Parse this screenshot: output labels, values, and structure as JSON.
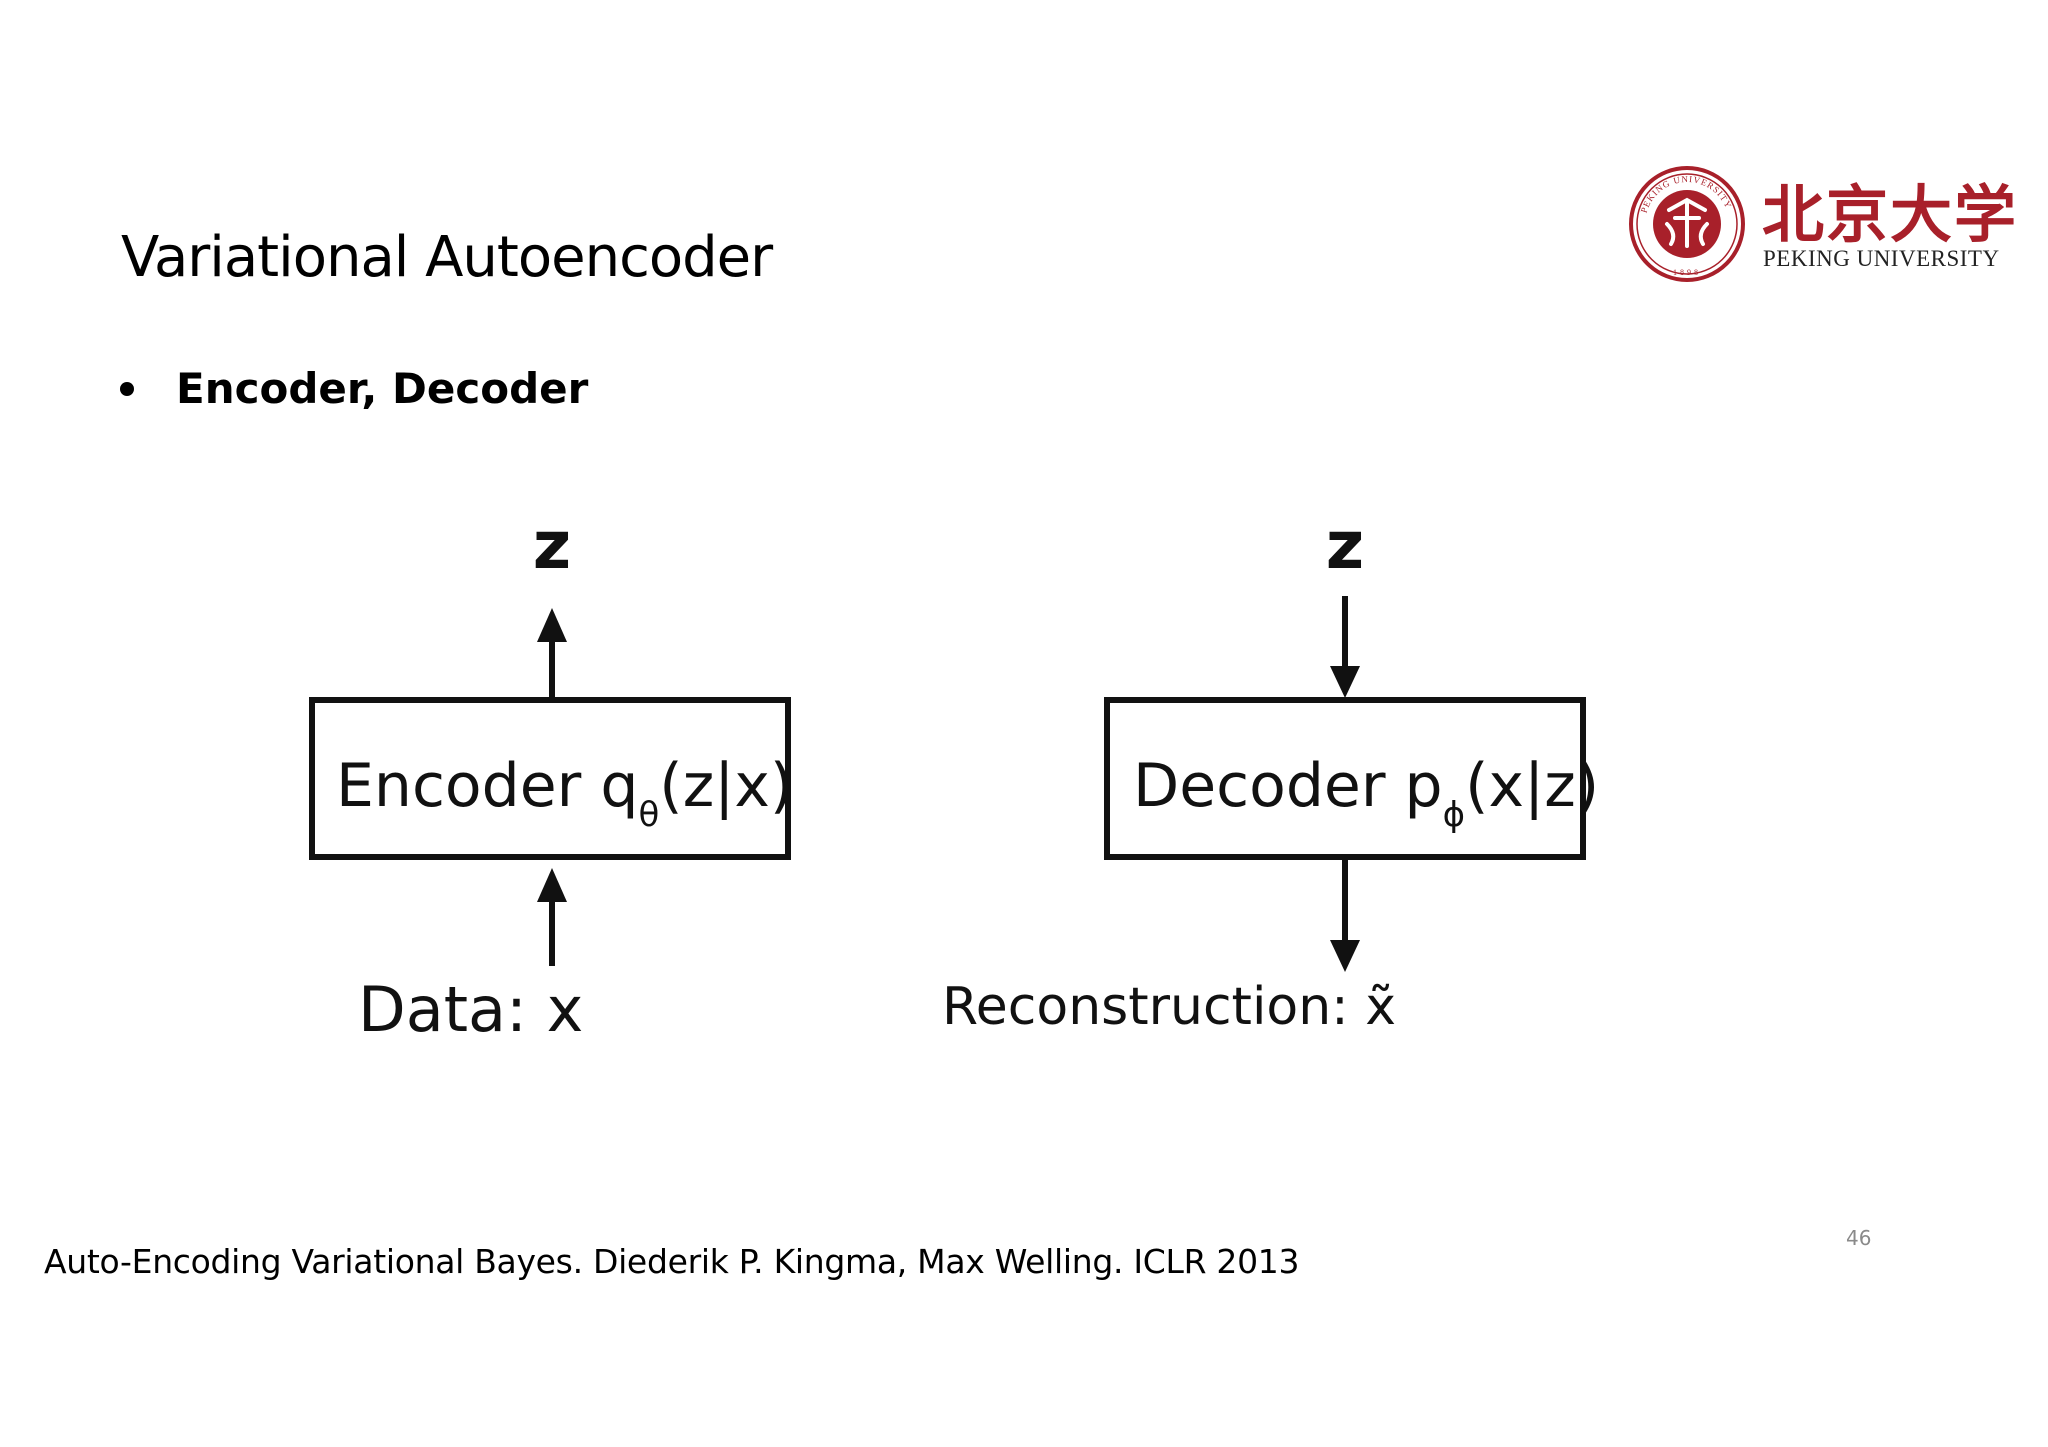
{
  "slide": {
    "title": "Variational Autoencoder",
    "bullet": "Encoder, Decoder",
    "citation": "Auto-Encoding Variational Bayes. Diederik P. Kingma, Max Welling. ICLR 2013",
    "page_number": "46"
  },
  "logo": {
    "chinese_name": "北京大学",
    "english_name": "PEKING UNIVERSITY",
    "seal_top_text": "PEKING UNIVERSITY",
    "seal_year": "1898",
    "color": "#a8202a"
  },
  "diagram": {
    "encoder": {
      "top_label": "z",
      "box_label": "Encoder q",
      "box_subscript": "θ",
      "box_suffix": "(z|x)",
      "bottom_label": "Data: x"
    },
    "decoder": {
      "top_label": "z",
      "box_label": "Decoder p",
      "box_subscript": "ϕ",
      "box_suffix": "(x|z)",
      "bottom_label": "Reconstruction: x̃"
    }
  }
}
